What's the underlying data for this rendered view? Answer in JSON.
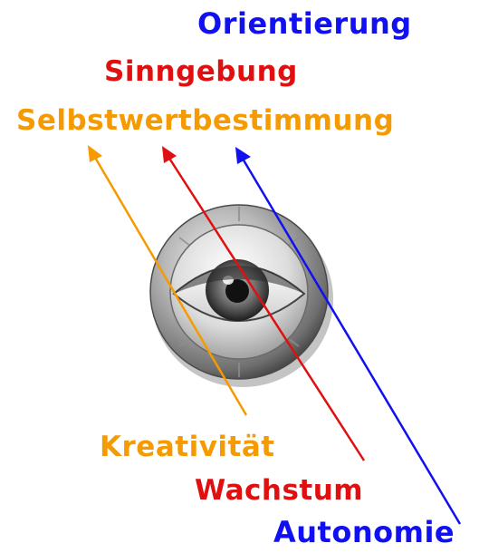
{
  "colors": {
    "blue": "#1010f0",
    "red": "#e01010",
    "orange": "#f59a00"
  },
  "diagram": {
    "center_icon": "eye-icon",
    "top_labels": {
      "orientierung": "Orientierung",
      "sinngebung": "Sinngebung",
      "selbstwertbestimmung": "Selbstwertbestimmung"
    },
    "bottom_labels": {
      "kreativitaet": "Kreativität",
      "wachstum": "Wachstum",
      "autonomie": "Autonomie"
    },
    "connections": [
      {
        "from": "Kreativität",
        "to": "Selbstwertbestimmung",
        "color": "orange"
      },
      {
        "from": "Wachstum",
        "to": "Sinngebung",
        "color": "red"
      },
      {
        "from": "Autonomie",
        "to": "Orientierung",
        "color": "blue"
      }
    ]
  }
}
